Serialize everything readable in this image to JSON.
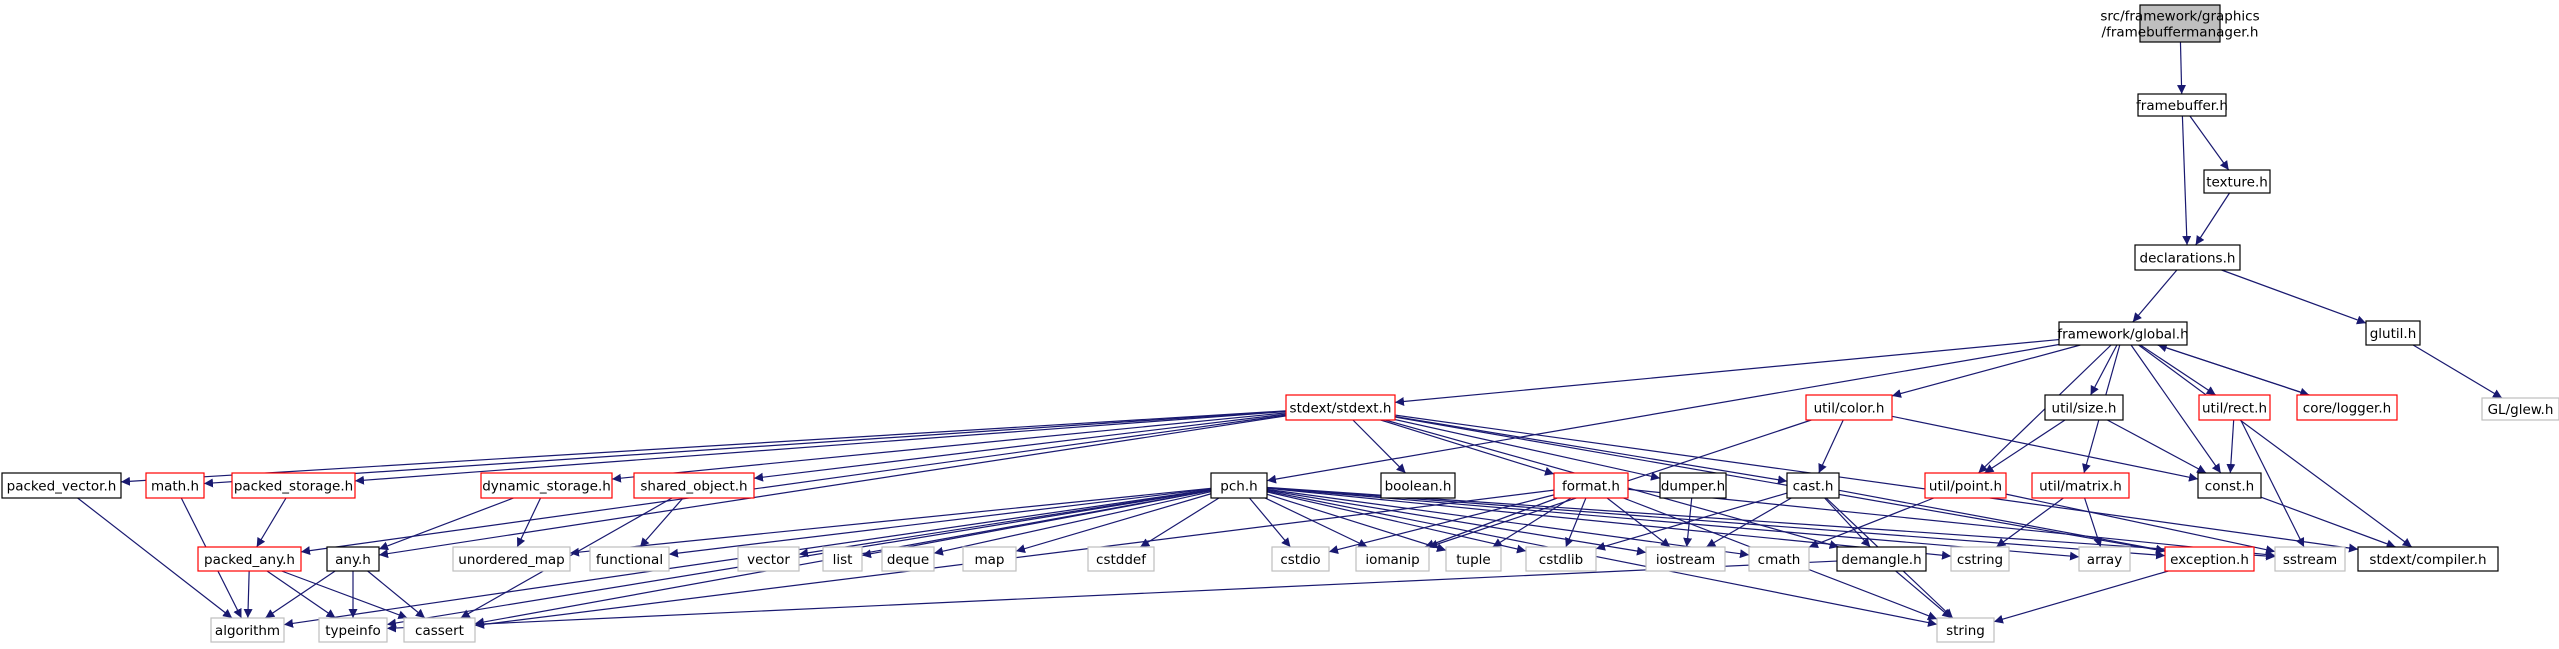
{
  "nodes": [
    {
      "id": "root",
      "lines": [
        "src/framework/graphics",
        "/framebuffermanager.h"
      ],
      "kind": "root"
    },
    {
      "id": "framebuffer",
      "lines": [
        "framebuffer.h"
      ],
      "kind": "normal"
    },
    {
      "id": "texture",
      "lines": [
        "texture.h"
      ],
      "kind": "normal"
    },
    {
      "id": "declarations",
      "lines": [
        "declarations.h"
      ],
      "kind": "normal"
    },
    {
      "id": "glutil",
      "lines": [
        "glutil.h"
      ],
      "kind": "normal"
    },
    {
      "id": "glew",
      "lines": [
        "GL/glew.h"
      ],
      "kind": "external"
    },
    {
      "id": "global",
      "lines": [
        "framework/global.h"
      ],
      "kind": "normal"
    },
    {
      "id": "stdext",
      "lines": [
        "stdext/stdext.h"
      ],
      "kind": "truncated"
    },
    {
      "id": "color",
      "lines": [
        "util/color.h"
      ],
      "kind": "truncated"
    },
    {
      "id": "size",
      "lines": [
        "util/size.h"
      ],
      "kind": "normal"
    },
    {
      "id": "rect",
      "lines": [
        "util/rect.h"
      ],
      "kind": "truncated"
    },
    {
      "id": "logger",
      "lines": [
        "core/logger.h"
      ],
      "kind": "truncated"
    },
    {
      "id": "packed_vector",
      "lines": [
        "packed_vector.h"
      ],
      "kind": "normal"
    },
    {
      "id": "math",
      "lines": [
        "math.h"
      ],
      "kind": "truncated"
    },
    {
      "id": "packed_storage",
      "lines": [
        "packed_storage.h"
      ],
      "kind": "truncated"
    },
    {
      "id": "dynamic_storage",
      "lines": [
        "dynamic_storage.h"
      ],
      "kind": "truncated"
    },
    {
      "id": "shared_object",
      "lines": [
        "shared_object.h"
      ],
      "kind": "truncated"
    },
    {
      "id": "pch",
      "lines": [
        "pch.h"
      ],
      "kind": "normal"
    },
    {
      "id": "boolean",
      "lines": [
        "boolean.h"
      ],
      "kind": "normal"
    },
    {
      "id": "format",
      "lines": [
        "format.h"
      ],
      "kind": "truncated"
    },
    {
      "id": "dumper",
      "lines": [
        "dumper.h"
      ],
      "kind": "normal"
    },
    {
      "id": "cast",
      "lines": [
        "cast.h"
      ],
      "kind": "normal"
    },
    {
      "id": "point",
      "lines": [
        "util/point.h"
      ],
      "kind": "truncated"
    },
    {
      "id": "matrix",
      "lines": [
        "util/matrix.h"
      ],
      "kind": "truncated"
    },
    {
      "id": "const",
      "lines": [
        "const.h"
      ],
      "kind": "normal"
    },
    {
      "id": "packed_any",
      "lines": [
        "packed_any.h"
      ],
      "kind": "truncated"
    },
    {
      "id": "any",
      "lines": [
        "any.h"
      ],
      "kind": "normal"
    },
    {
      "id": "unordered_map",
      "lines": [
        "unordered_map"
      ],
      "kind": "external"
    },
    {
      "id": "functional",
      "lines": [
        "functional"
      ],
      "kind": "external"
    },
    {
      "id": "vector",
      "lines": [
        "vector"
      ],
      "kind": "external"
    },
    {
      "id": "list",
      "lines": [
        "list"
      ],
      "kind": "external"
    },
    {
      "id": "deque",
      "lines": [
        "deque"
      ],
      "kind": "external"
    },
    {
      "id": "map",
      "lines": [
        "map"
      ],
      "kind": "external"
    },
    {
      "id": "cstddef",
      "lines": [
        "cstddef"
      ],
      "kind": "external"
    },
    {
      "id": "cstdio",
      "lines": [
        "cstdio"
      ],
      "kind": "external"
    },
    {
      "id": "iomanip",
      "lines": [
        "iomanip"
      ],
      "kind": "external"
    },
    {
      "id": "tuple",
      "lines": [
        "tuple"
      ],
      "kind": "external"
    },
    {
      "id": "cstdlib",
      "lines": [
        "cstdlib"
      ],
      "kind": "external"
    },
    {
      "id": "iostream",
      "lines": [
        "iostream"
      ],
      "kind": "external"
    },
    {
      "id": "cmath",
      "lines": [
        "cmath"
      ],
      "kind": "external"
    },
    {
      "id": "demangle",
      "lines": [
        "demangle.h"
      ],
      "kind": "normal"
    },
    {
      "id": "cstring",
      "lines": [
        "cstring"
      ],
      "kind": "external"
    },
    {
      "id": "array",
      "lines": [
        "array"
      ],
      "kind": "external"
    },
    {
      "id": "exception",
      "lines": [
        "exception.h"
      ],
      "kind": "truncated"
    },
    {
      "id": "sstream",
      "lines": [
        "sstream"
      ],
      "kind": "external"
    },
    {
      "id": "compiler",
      "lines": [
        "stdext/compiler.h"
      ],
      "kind": "normal"
    },
    {
      "id": "algorithm",
      "lines": [
        "algorithm"
      ],
      "kind": "external"
    },
    {
      "id": "typeinfo",
      "lines": [
        "typeinfo"
      ],
      "kind": "external"
    },
    {
      "id": "cassert",
      "lines": [
        "cassert"
      ],
      "kind": "external"
    },
    {
      "id": "string",
      "lines": [
        "string"
      ],
      "kind": "external"
    }
  ],
  "edges": [
    [
      "root",
      "framebuffer"
    ],
    [
      "framebuffer",
      "texture"
    ],
    [
      "framebuffer",
      "declarations"
    ],
    [
      "texture",
      "declarations"
    ],
    [
      "declarations",
      "global"
    ],
    [
      "declarations",
      "glutil"
    ],
    [
      "glutil",
      "glew"
    ],
    [
      "global",
      "stdext"
    ],
    [
      "global",
      "pch"
    ],
    [
      "global",
      "color"
    ],
    [
      "global",
      "size"
    ],
    [
      "global",
      "rect"
    ],
    [
      "global",
      "logger"
    ],
    [
      "global",
      "point"
    ],
    [
      "global",
      "matrix"
    ],
    [
      "global",
      "const"
    ],
    [
      "global",
      "compiler"
    ],
    [
      "logger",
      "global"
    ],
    [
      "stdext",
      "packed_vector"
    ],
    [
      "stdext",
      "math"
    ],
    [
      "stdext",
      "packed_storage"
    ],
    [
      "stdext",
      "dynamic_storage"
    ],
    [
      "stdext",
      "shared_object"
    ],
    [
      "stdext",
      "boolean"
    ],
    [
      "stdext",
      "format"
    ],
    [
      "stdext",
      "dumper"
    ],
    [
      "stdext",
      "cast"
    ],
    [
      "stdext",
      "packed_any"
    ],
    [
      "stdext",
      "any"
    ],
    [
      "stdext",
      "compiler"
    ],
    [
      "stdext",
      "exception"
    ],
    [
      "stdext",
      "demangle"
    ],
    [
      "color",
      "cast"
    ],
    [
      "color",
      "const"
    ],
    [
      "color",
      "iomanip"
    ],
    [
      "size",
      "point"
    ],
    [
      "size",
      "const"
    ],
    [
      "rect",
      "const"
    ],
    [
      "rect",
      "sstream"
    ],
    [
      "point",
      "cmath"
    ],
    [
      "point",
      "sstream"
    ],
    [
      "matrix",
      "array"
    ],
    [
      "matrix",
      "cstring"
    ],
    [
      "const",
      "compiler"
    ],
    [
      "packed_vector",
      "algorithm"
    ],
    [
      "math",
      "algorithm"
    ],
    [
      "packed_storage",
      "packed_any"
    ],
    [
      "packed_any",
      "algorithm"
    ],
    [
      "packed_any",
      "typeinfo"
    ],
    [
      "packed_any",
      "cassert"
    ],
    [
      "dynamic_storage",
      "any"
    ],
    [
      "dynamic_storage",
      "unordered_map"
    ],
    [
      "shared_object",
      "functional"
    ],
    [
      "shared_object",
      "cassert"
    ],
    [
      "any",
      "algorithm"
    ],
    [
      "any",
      "typeinfo"
    ],
    [
      "any",
      "cassert"
    ],
    [
      "pch",
      "unordered_map"
    ],
    [
      "pch",
      "functional"
    ],
    [
      "pch",
      "vector"
    ],
    [
      "pch",
      "list"
    ],
    [
      "pch",
      "deque"
    ],
    [
      "pch",
      "map"
    ],
    [
      "pch",
      "cstddef"
    ],
    [
      "pch",
      "cstdio"
    ],
    [
      "pch",
      "iomanip"
    ],
    [
      "pch",
      "tuple"
    ],
    [
      "pch",
      "cstdlib"
    ],
    [
      "pch",
      "iostream"
    ],
    [
      "pch",
      "cmath"
    ],
    [
      "pch",
      "cstring"
    ],
    [
      "pch",
      "array"
    ],
    [
      "pch",
      "sstream"
    ],
    [
      "pch",
      "algorithm"
    ],
    [
      "pch",
      "typeinfo"
    ],
    [
      "pch",
      "cassert"
    ],
    [
      "pch",
      "string"
    ],
    [
      "pch",
      "exception"
    ],
    [
      "format",
      "cstdio"
    ],
    [
      "format",
      "iomanip"
    ],
    [
      "format",
      "tuple"
    ],
    [
      "format",
      "cstdlib"
    ],
    [
      "format",
      "iostream"
    ],
    [
      "format",
      "sstream"
    ],
    [
      "format",
      "cassert"
    ],
    [
      "format",
      "string"
    ],
    [
      "dumper",
      "iostream"
    ],
    [
      "cast",
      "cstdlib"
    ],
    [
      "cast",
      "iostream"
    ],
    [
      "cast",
      "demangle"
    ],
    [
      "cast",
      "exception"
    ],
    [
      "cast",
      "string"
    ],
    [
      "demangle",
      "string"
    ],
    [
      "demangle",
      "typeinfo"
    ],
    [
      "exception",
      "string"
    ]
  ],
  "colors": {
    "edge": "#191970",
    "normal_border": "#000000",
    "truncated_border": "#ff0000",
    "external_border": "#bfbfbf",
    "root_fill": "#bfbfbf"
  }
}
